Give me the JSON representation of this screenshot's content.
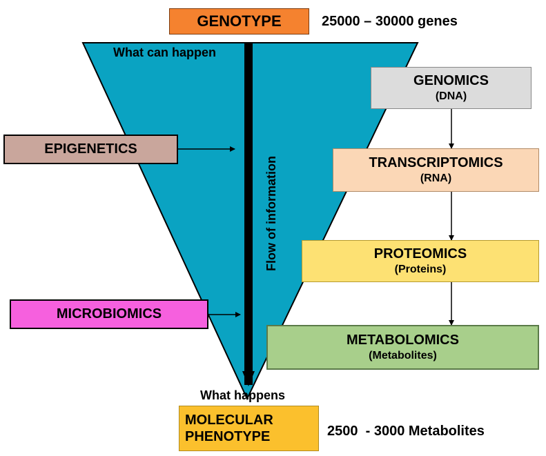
{
  "genotype": {
    "label": "GENOTYPE",
    "count": "25000 – 30000 genes"
  },
  "funnel": {
    "top_label": "What can happen",
    "bottom_label": "What happens",
    "arrow_label": "Flow of information"
  },
  "side_boxes": {
    "epigenetics": "EPIGENETICS",
    "microbiomics": "MICROBIOMICS"
  },
  "omics": {
    "genomics": {
      "title": "GENOMICS",
      "sub": "(DNA)"
    },
    "transcriptomics": {
      "title": "TRANSCRIPTOMICS",
      "sub": "(RNA)"
    },
    "proteomics": {
      "title": "PROTEOMICS",
      "sub": "(Proteins)"
    },
    "metabolomics": {
      "title": "METABOLOMICS",
      "sub": "(Metabolites)"
    }
  },
  "phenotype": {
    "line1": "MOLECULAR",
    "line2": "PHENOTYPE",
    "count": "2500  - 3000 Metabolites"
  },
  "colors": {
    "funnel": "#0aa3c2",
    "genotype": "#f5822f",
    "epigenetics": "#c9a69c",
    "microbiomics": "#f660de",
    "genomics": "#dcdcdc",
    "transcriptomics": "#fbd7b6",
    "proteomics": "#fde173",
    "metabolomics": "#a8cf8b",
    "phenotype": "#fbc02d"
  }
}
